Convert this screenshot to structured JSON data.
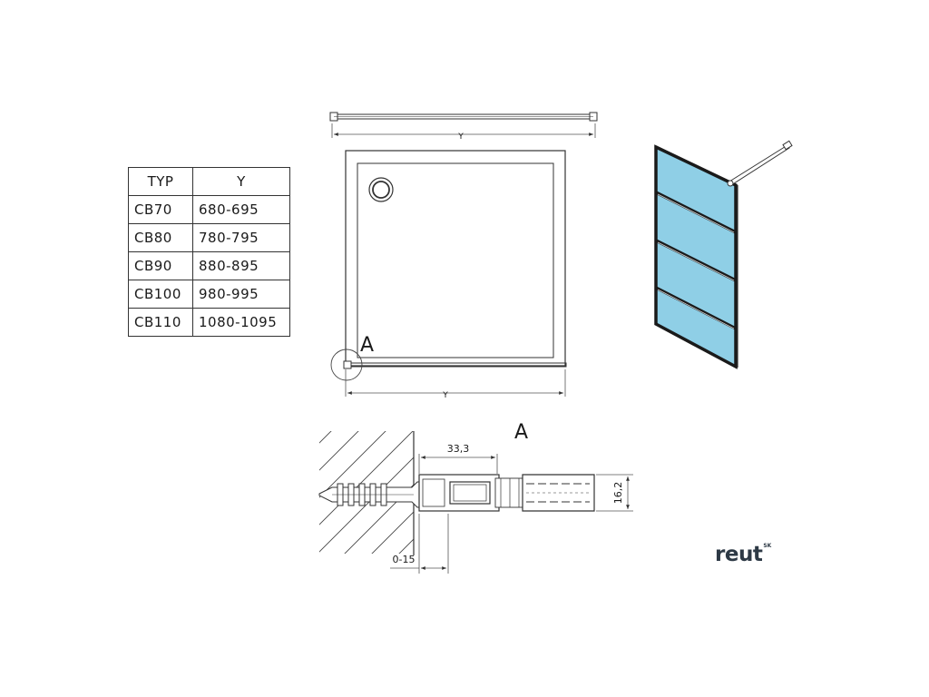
{
  "table": {
    "headers": [
      "TYP",
      "Y"
    ],
    "rows": [
      [
        "CB70",
        "680-695"
      ],
      [
        "CB80",
        "780-795"
      ],
      [
        "CB90",
        "880-895"
      ],
      [
        "CB100",
        "980-995"
      ],
      [
        "CB110",
        "1080-1095"
      ]
    ]
  },
  "top_view": {
    "dimension_top": "Y",
    "dimension_bottom": "Y",
    "detail_marker": "A"
  },
  "detail": {
    "title": "A",
    "dim_width": "33,3",
    "dim_height": "16,2",
    "dim_gap": "0-15"
  },
  "glass": {
    "fill_color": "#8fcfe6",
    "frame_color": "#1a1a1a"
  },
  "logo": {
    "text": "reut",
    "suffix": "SK"
  }
}
